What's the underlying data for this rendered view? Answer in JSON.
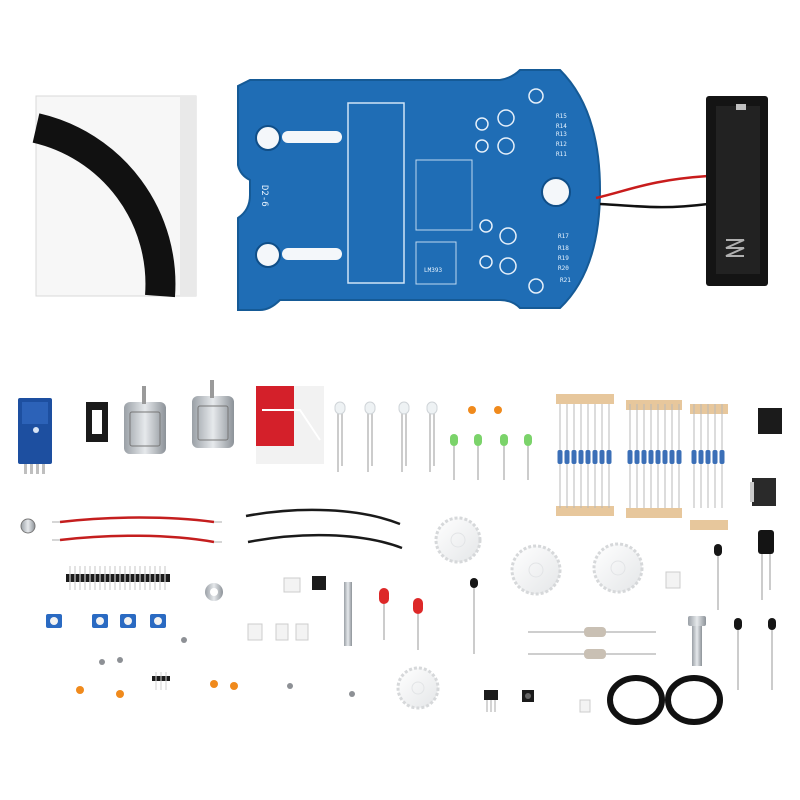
{
  "product": {
    "pcb_labels": {
      "board_id": "D2-6",
      "r_labels": [
        "R15",
        "R14",
        "R13",
        "R12",
        "R11",
        "R17",
        "R18",
        "R19",
        "R20",
        "R21"
      ],
      "ic_label": "LM393"
    }
  }
}
